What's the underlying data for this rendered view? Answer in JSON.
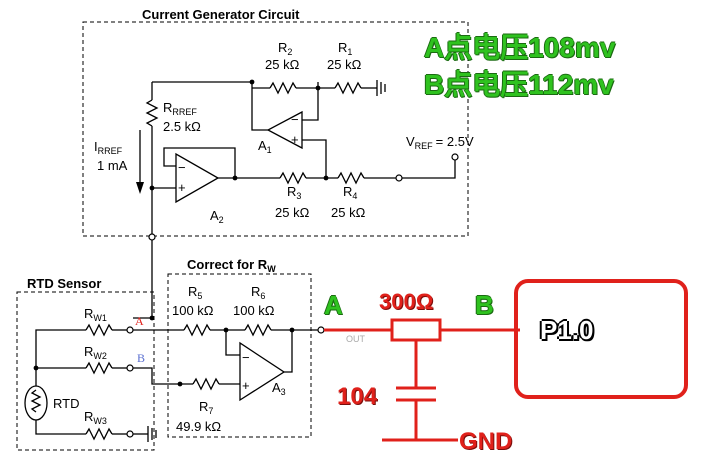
{
  "sections": {
    "current_generator": "Current Generator Circuit",
    "rtd_sensor": "RTD Sensor",
    "correct_for_rw": "Correct for R",
    "correct_for_rw_sub": "W"
  },
  "components": {
    "R1": {
      "name": "R",
      "sub": "1",
      "value": "25 kΩ"
    },
    "R2": {
      "name": "R",
      "sub": "2",
      "value": "25 kΩ"
    },
    "R3": {
      "name": "R",
      "sub": "3",
      "value": "25 kΩ"
    },
    "R4": {
      "name": "R",
      "sub": "4",
      "value": "25 kΩ"
    },
    "R5": {
      "name": "R",
      "sub": "5",
      "value": "100 kΩ"
    },
    "R6": {
      "name": "R",
      "sub": "6",
      "value": "100 kΩ"
    },
    "R7": {
      "name": "R",
      "sub": "7",
      "value": "49.9 kΩ"
    },
    "RRREF": {
      "name": "R",
      "sub": "RREF",
      "value": "2.5 kΩ"
    },
    "IRREF": {
      "name": "I",
      "sub": "RREF",
      "value": "1 mA"
    },
    "A1": {
      "name": "A",
      "sub": "1"
    },
    "A2": {
      "name": "A",
      "sub": "2"
    },
    "A3": {
      "name": "A",
      "sub": "3"
    },
    "VREF": {
      "name": "V",
      "sub": "REF",
      "value": "= 2.5V"
    },
    "RW1": {
      "name": "R",
      "sub": "W1"
    },
    "RW2": {
      "name": "R",
      "sub": "W2"
    },
    "RW3": {
      "name": "R",
      "sub": "W3"
    },
    "RTD": "RTD",
    "opamp_minus": "−",
    "opamp_plus": "+"
  },
  "node_labels": {
    "A_small": "A",
    "B_small": "B",
    "out_faint": "OUT"
  },
  "annotations": {
    "note_a": "A点电压108mv",
    "note_b": "B点电压112mv",
    "label_a": "A",
    "label_b": "B",
    "resistor": "300Ω",
    "capacitor": "104",
    "gnd": "GND",
    "pin": "P1.0"
  },
  "colors": {
    "green": "#2fc21f",
    "red": "#e0211b",
    "wire": "#000000"
  }
}
